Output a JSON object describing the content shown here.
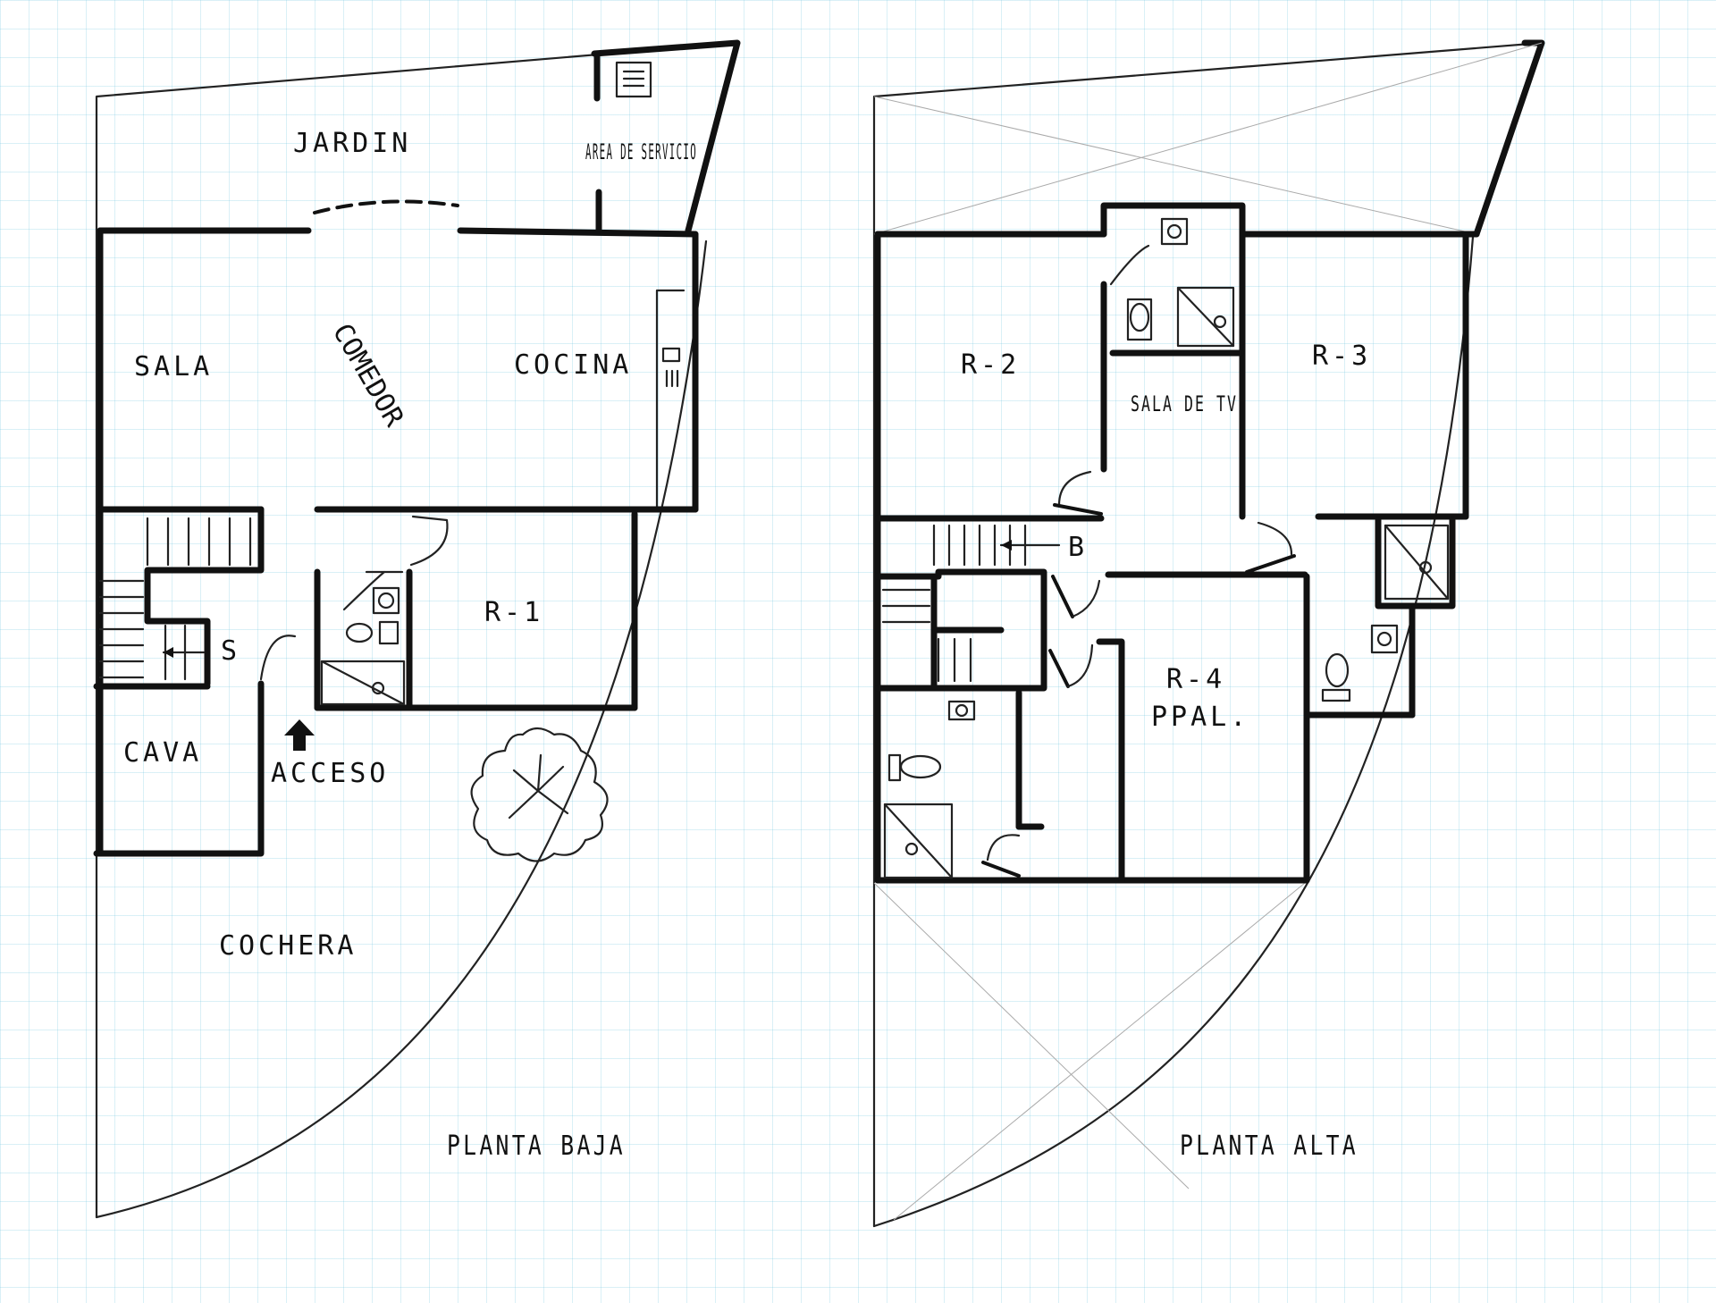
{
  "ground_floor": {
    "title": "PLANTA BAJA",
    "rooms": {
      "jardin": "JARDIN",
      "area_servicio": "AREA DE SERVICIO",
      "sala": "SALA",
      "comedor": "COMEDOR",
      "cocina": "COCINA",
      "r1": "R-1",
      "cava": "CAVA",
      "acceso": "ACCESO",
      "cochera": "COCHERA"
    },
    "stair_marker": "S"
  },
  "upper_floor": {
    "title": "PLANTA ALTA",
    "rooms": {
      "r2": "R-2",
      "r3": "R-3",
      "sala_tv": "SALA DE TV",
      "r4": "R-4",
      "r4_sub": "PPAL."
    },
    "stair_marker": "B"
  }
}
